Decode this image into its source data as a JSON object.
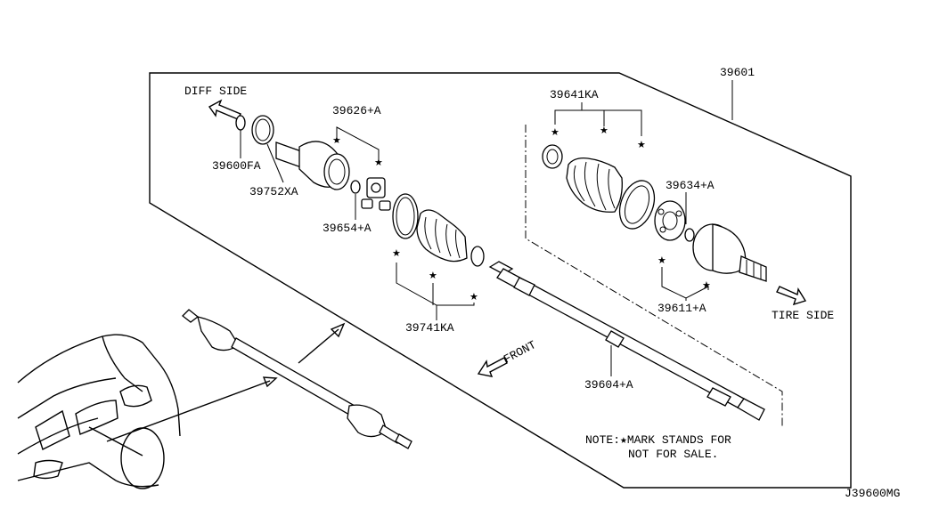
{
  "labels": {
    "p39601": "39601",
    "diff_side": "DIFF SIDE",
    "p39626": "39626+A",
    "p39600fa": "39600FA",
    "p39752": "39752XA",
    "p39654": "39654+A",
    "p39741": "39741KA",
    "p39641": "39641KA",
    "p39634": "39634+A",
    "p39611": "39611+A",
    "tire_side": "TIRE SIDE",
    "front": "FRONT",
    "p39604": "39604+A",
    "note_line1": "NOTE:★MARK STANDS FOR",
    "note_line2": "NOT FOR SALE.",
    "code": "J39600MG"
  },
  "marks": {
    "star": "★"
  },
  "icons": [
    "arrow-diff-side-icon",
    "arrow-tire-side-icon",
    "arrow-front-icon"
  ]
}
